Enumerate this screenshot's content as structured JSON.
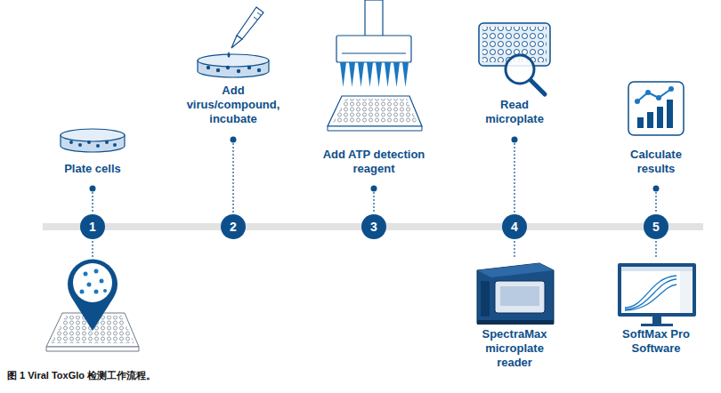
{
  "diagram": {
    "caption": "图 1 Viral ToxGlo 检测工作流程。",
    "nodes": [
      {
        "text": [
          "1"
        ]
      },
      {
        "text": [
          "2"
        ]
      },
      {
        "text": [
          "3"
        ]
      },
      {
        "text": [
          "4"
        ]
      },
      {
        "text": [
          "5"
        ]
      }
    ],
    "edges": [
      {
        "from": 0,
        "to": 1,
        "arrow": "none"
      },
      {
        "from": 1,
        "to": 2,
        "arrow": "none"
      },
      {
        "from": 2,
        "to": 3,
        "arrow": "none"
      },
      {
        "from": 3,
        "to": 4,
        "arrow": "none"
      }
    ],
    "labels": [
      "Plate cells",
      "Add virus/compound, incubate",
      "Add ATP detection reagent",
      "Read microplate",
      "Calculate results",
      "SpectraMax microplate reader",
      "SoftMax Pro Software"
    ]
  }
}
